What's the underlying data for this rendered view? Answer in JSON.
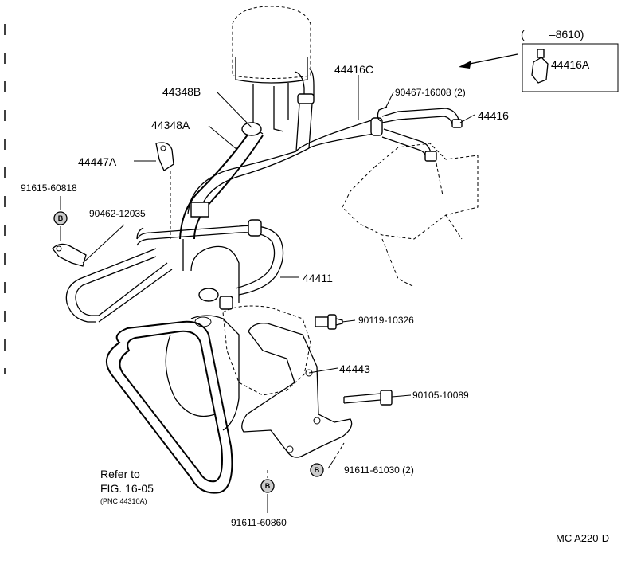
{
  "bracket_note": "(        –8610)",
  "parts": {
    "p44416A": "44416A",
    "p44416C": "44416C",
    "p44348B": "44348B",
    "p90467": "90467-16008 (2)",
    "p44416": "44416",
    "p44348A": "44348A",
    "p44447A": "44447A",
    "p91615": "91615-60818",
    "p90462": "90462-12035",
    "p44411": "44411",
    "p90119": "90119-10326",
    "p44443": "44443",
    "p90105": "90105-10089",
    "p91611_30": "91611-61030 (2)",
    "p91611_60": "91611-60860"
  },
  "refer": {
    "line1": "Refer to",
    "line2": "FIG. 16-05",
    "line3": "(PNC 44310A)"
  },
  "badge_letter": "B",
  "footer_code": "MC   A220-D"
}
